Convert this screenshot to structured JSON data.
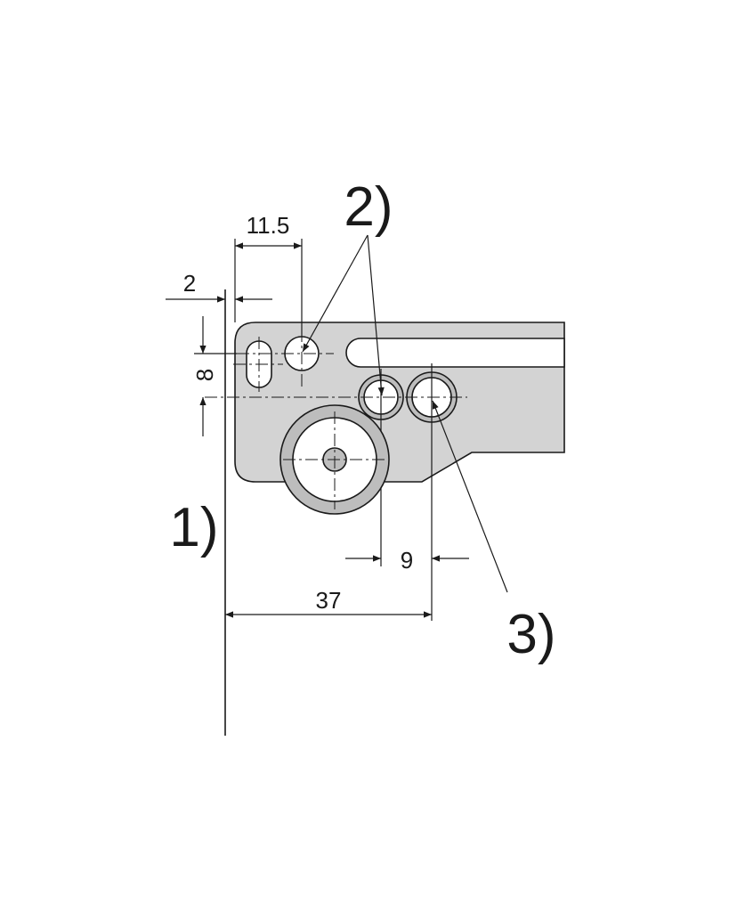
{
  "dimensions": {
    "top_offset": "2",
    "hole_spacing_x": "11.5",
    "vertical_spacing": "8",
    "hole_offset": "9",
    "total_width": "37"
  },
  "callouts": {
    "one": "1)",
    "two": "2)",
    "three": "3)"
  },
  "colors": {
    "plate_fill": "#d3d3d3",
    "ring_fill": "#bdbdbd",
    "line": "#1a1a1a"
  }
}
